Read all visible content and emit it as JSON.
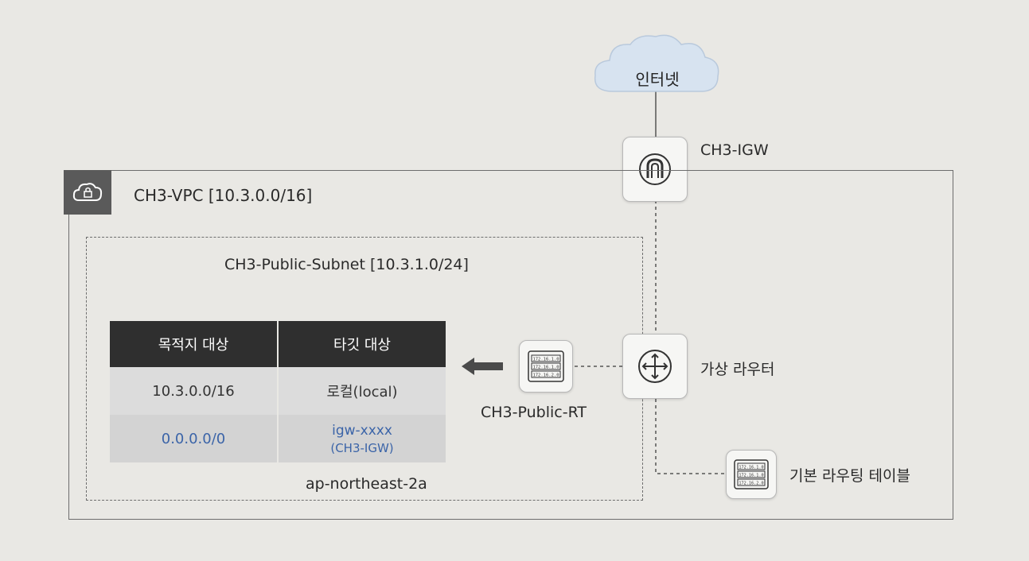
{
  "internet": {
    "label": "인터넷"
  },
  "igw": {
    "label": "CH3-IGW"
  },
  "vpc": {
    "label": "CH3-VPC [10.3.0.0/16]"
  },
  "subnet": {
    "label": "CH3-Public-Subnet [10.3.1.0/24]",
    "az": "ap-northeast-2a"
  },
  "route_table": {
    "name": "CH3-Public-RT",
    "headers": [
      "목적지 대상",
      "타깃 대상"
    ],
    "rows": [
      {
        "destination": "10.3.0.0/16",
        "target": "로컬(local)",
        "target_sub": ""
      },
      {
        "destination": "0.0.0.0/0",
        "target": "igw-xxxx",
        "target_sub": "(CH3-IGW)"
      }
    ],
    "icon_lines": [
      "172.16.1.0",
      "172.16.1.0",
      "172.16.2.0"
    ]
  },
  "router": {
    "label": "가상 라우터"
  },
  "default_rt": {
    "label": "기본 라우팅 테이블",
    "icon_lines": [
      "172.16.1.0",
      "172.16.1.0",
      "172.16.2.0"
    ]
  },
  "colors": {
    "background": "#e9e8e4",
    "header_bg": "#2f2f2f",
    "link_blue": "#3b64a8"
  }
}
